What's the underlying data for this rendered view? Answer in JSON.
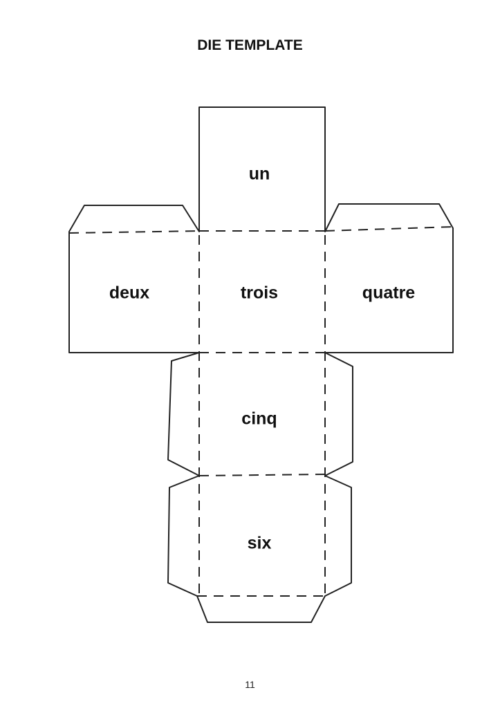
{
  "title": "DIE TEMPLATE",
  "faces": {
    "top": "un",
    "left": "deux",
    "center": "trois",
    "right": "quatre",
    "lower": "cinq",
    "bottom": "six"
  },
  "page_number": "11"
}
